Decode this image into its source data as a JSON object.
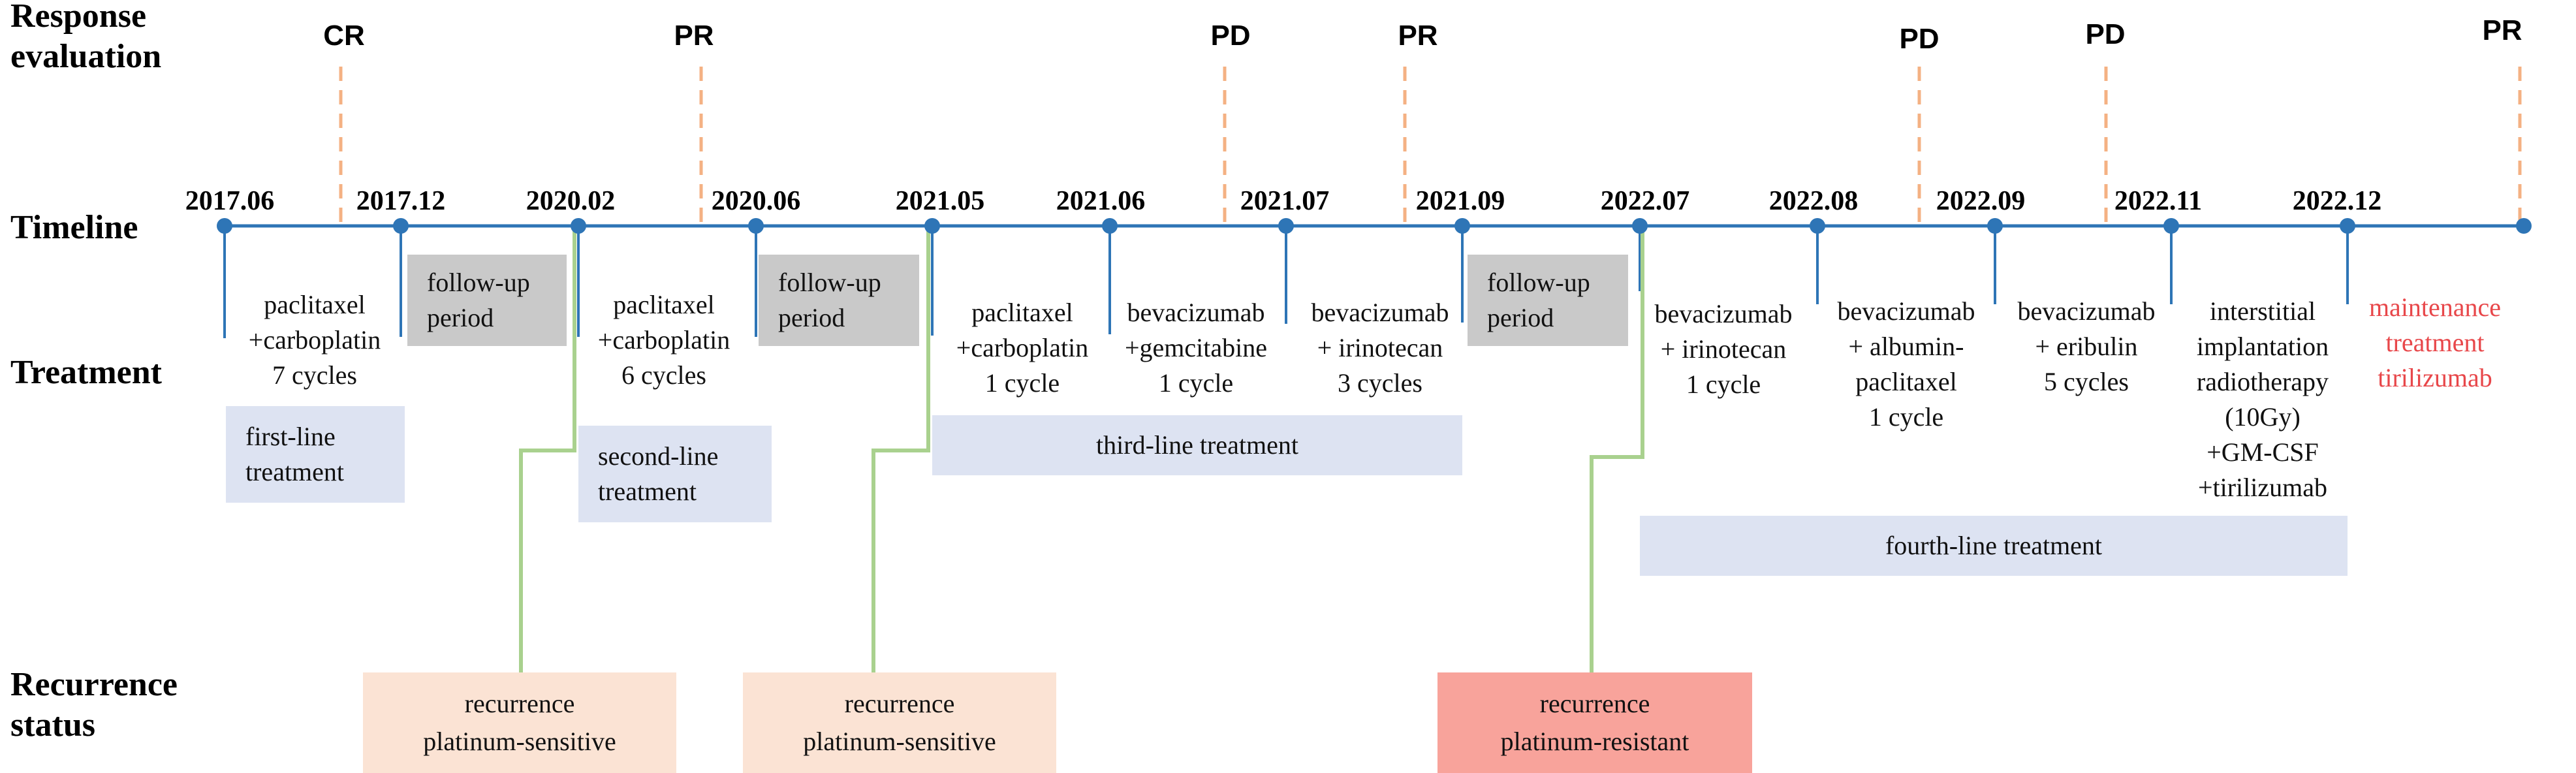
{
  "row_labels": {
    "response": "Response\nevaluation",
    "timeline": "Timeline",
    "treatment": "Treatment",
    "recurrence": "Recurrence\nstatus"
  },
  "responses": [
    "CR",
    "PR",
    "PD",
    "PR",
    "PD",
    "PD",
    "PR"
  ],
  "dates": [
    "2017.06",
    "2017.12",
    "2020.02",
    "2020.06",
    "2021.05",
    "2021.06",
    "2021.07",
    "2021.09",
    "2022.07",
    "2022.08",
    "2022.09",
    "2022.11",
    "2022.12"
  ],
  "treatments": [
    "paclitaxel\n+carboplatin\n7 cycles",
    "paclitaxel\n+carboplatin\n6 cycles",
    "paclitaxel\n+carboplatin\n1 cycle",
    "bevacizumab\n+gemcitabine\n1 cycle",
    "bevacizumab\n+ irinotecan\n3 cycles",
    "bevacizumab\n+ irinotecan\n1 cycle",
    "bevacizumab\n+ albumin-\npaclitaxel\n1 cycle",
    "bevacizumab\n+ eribulin\n5 cycles",
    "interstitial\nimplantation\nradiotherapy\n(10Gy)\n+GM-CSF\n+tirilizumab",
    "maintenance\ntreatment\ntirilizumab"
  ],
  "followups": [
    "follow-up\nperiod",
    "follow-up\nperiod",
    "follow-up\nperiod"
  ],
  "lines": [
    "first-line\ntreatment",
    "second-line\ntreatment",
    "third-line treatment",
    "fourth-line treatment"
  ],
  "recurrences": [
    "recurrence\nplatinum-sensitive",
    "recurrence\nplatinum-sensitive",
    "recurrence\nplatinum-resistant"
  ],
  "colors": {
    "timeline": "#2e75b6",
    "dashed": "#f4b183",
    "connector": "#a9d18e",
    "gray_box": "#c9c9c9",
    "blue_box": "#dde3f2",
    "recurrence_light": "#fbe3d4",
    "recurrence_dark": "#f8a39b",
    "maintenance_text": "#e8474a"
  }
}
